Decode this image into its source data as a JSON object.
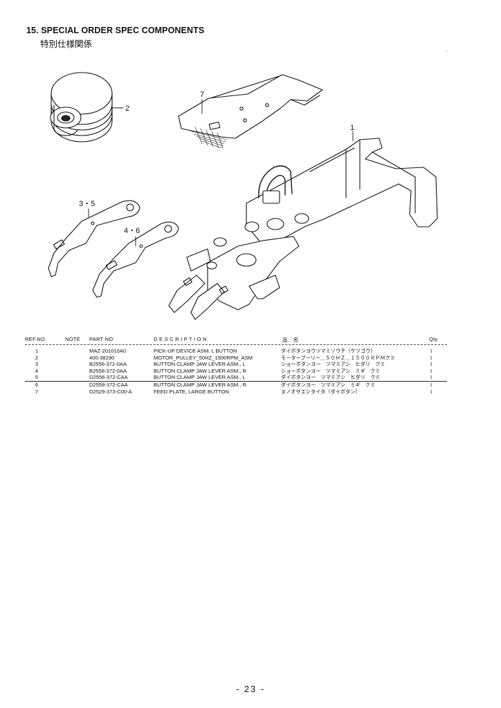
{
  "header": {
    "title": "15. SPECIAL ORDER SPEC COMPONENTS",
    "subtitle": "特別仕様関係"
  },
  "figure": {
    "callouts": [
      "2",
      "7",
      "1",
      "3・5",
      "4・6"
    ]
  },
  "table": {
    "headers": {
      "ref": "REF.NO",
      "note": "NOTE",
      "part": "PART NO",
      "desc": "D E S C R I P T I O N",
      "name": "品　名",
      "qty": "Qty"
    },
    "rows": [
      {
        "ref": "1",
        "part": "MAZ-201010A0",
        "desc": "PICK-UP DEVICE ASM. L BUTTON",
        "name": "ダイボタンヨウツマミソウチ（ケツゴウ）",
        "qty": "1"
      },
      {
        "ref": "2",
        "part": "400-38290",
        "desc": "MOTOR_PULLEY_50HZ_1500RPM_ASM",
        "name": "モータープーリー＿５０ＨＺ＿１５００ＲＰＭクミ",
        "qty": "1"
      },
      {
        "ref": "3",
        "part": "B2556-372-0AA",
        "desc": "BUTTON CLAMP JAW LEVER ASM., L",
        "name": "ショーボタンヨー　ツマミアシ　ヒダリ　クミ",
        "qty": "1"
      },
      {
        "ref": "4",
        "part": "B2558-372-0AA",
        "desc": "BUTTON CLAMP JAW LEVER ASM., R",
        "name": "ショーボタンヨー　ツマミアシ　ミギ　クミ",
        "qty": "1"
      },
      {
        "ref": "5",
        "part": "D2556-372-CAA",
        "desc": "BUTTON CLAMP JAW LEVER ASM., L",
        "name": "ダイボタンヨー　ツマミアシ　ヒダリ　クミ",
        "qty": "1"
      },
      {
        "ref": "6",
        "part": "D2558-372-CAA",
        "desc": "BUTTON CLAMP JAW LEVER ASM., R",
        "name": "ダイボタンヨー　ツマミアシ　ミギ　クミ",
        "qty": "1"
      },
      {
        "ref": "7",
        "part": "D2529-373-C00-A",
        "desc": "FEED PLATE, LARGE BUTTON",
        "name": "ヌノオサエシタイタ（ダイボタン）",
        "qty": "1"
      }
    ]
  },
  "footer": {
    "page_number": "- 23 -"
  }
}
